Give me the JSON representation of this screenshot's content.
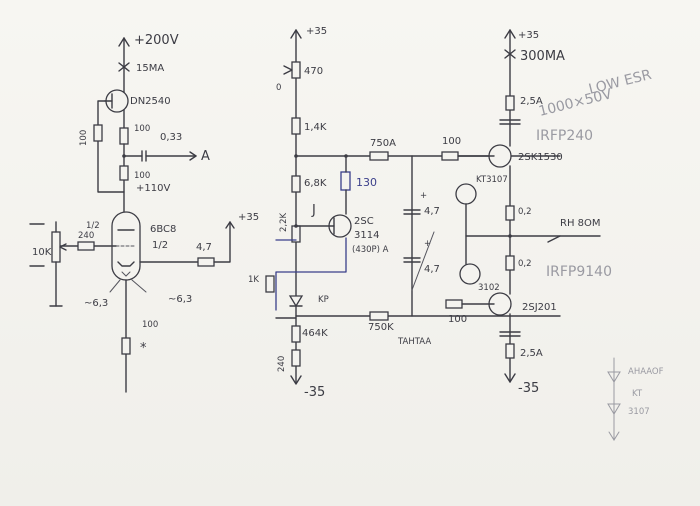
{
  "left_stage": {
    "supply_top": "+200V",
    "current": "15MA",
    "ccs_transistor": "DN2540",
    "r_gate": "100",
    "r_drain": "100",
    "cap_out": "0,33",
    "out_node": "A",
    "r_tap": "100",
    "v_plate": "+110V",
    "tube_note": "1/2",
    "tube": "6BC8",
    "tube_half": "1/2",
    "r_grid": "240",
    "pot": "10K",
    "heater_left": "~6,3",
    "heater_right": "~6,3",
    "heater_plus": "+35",
    "r_heater": "4,7",
    "r_cathode": "100",
    "star": "*"
  },
  "middle_stage": {
    "supply_top": "+35",
    "trim": "470",
    "r_top": "1,4K",
    "r_mid": "6,8K",
    "r_blue": "130",
    "r_b": "2,2K",
    "j_label": "J",
    "r_1k": "1K",
    "led": "KP",
    "transistor": "2SC",
    "transistor_num": "3114",
    "transistor_sel": "(430P) A",
    "r_bottom": "464K",
    "r_240": "240",
    "supply_bottom": "-35"
  },
  "output_stage": {
    "r_750_top": "750A",
    "r_750_bottom": "750K",
    "r_gate_top": "100",
    "r_gate_bottom": "100",
    "cap_top": "4,7",
    "cap_bottom": "4,7",
    "cap_type": "TAHTAA",
    "kt_top": "KT3107",
    "kt_bottom": "3102",
    "supply_top": "+35",
    "current": "300MA",
    "fuse_top": "2,5A",
    "fuse_bottom": "2,5A",
    "cap_big": "1000×50V",
    "low_esr": "LOW ESR",
    "mosfet_top_note": "IRFP240",
    "mosfet_top": "2SK1530",
    "mosfet_bottom_note": "IRFP9140",
    "mosfet_bottom": "2SJ201",
    "r_source_top": "0,2",
    "r_source_bottom": "0,2",
    "load": "RH 8OM",
    "supply_bottom": "-35"
  },
  "legend": {
    "label_top": "AHAAOF",
    "label_mid": "KT",
    "label_bottom": "3107"
  }
}
